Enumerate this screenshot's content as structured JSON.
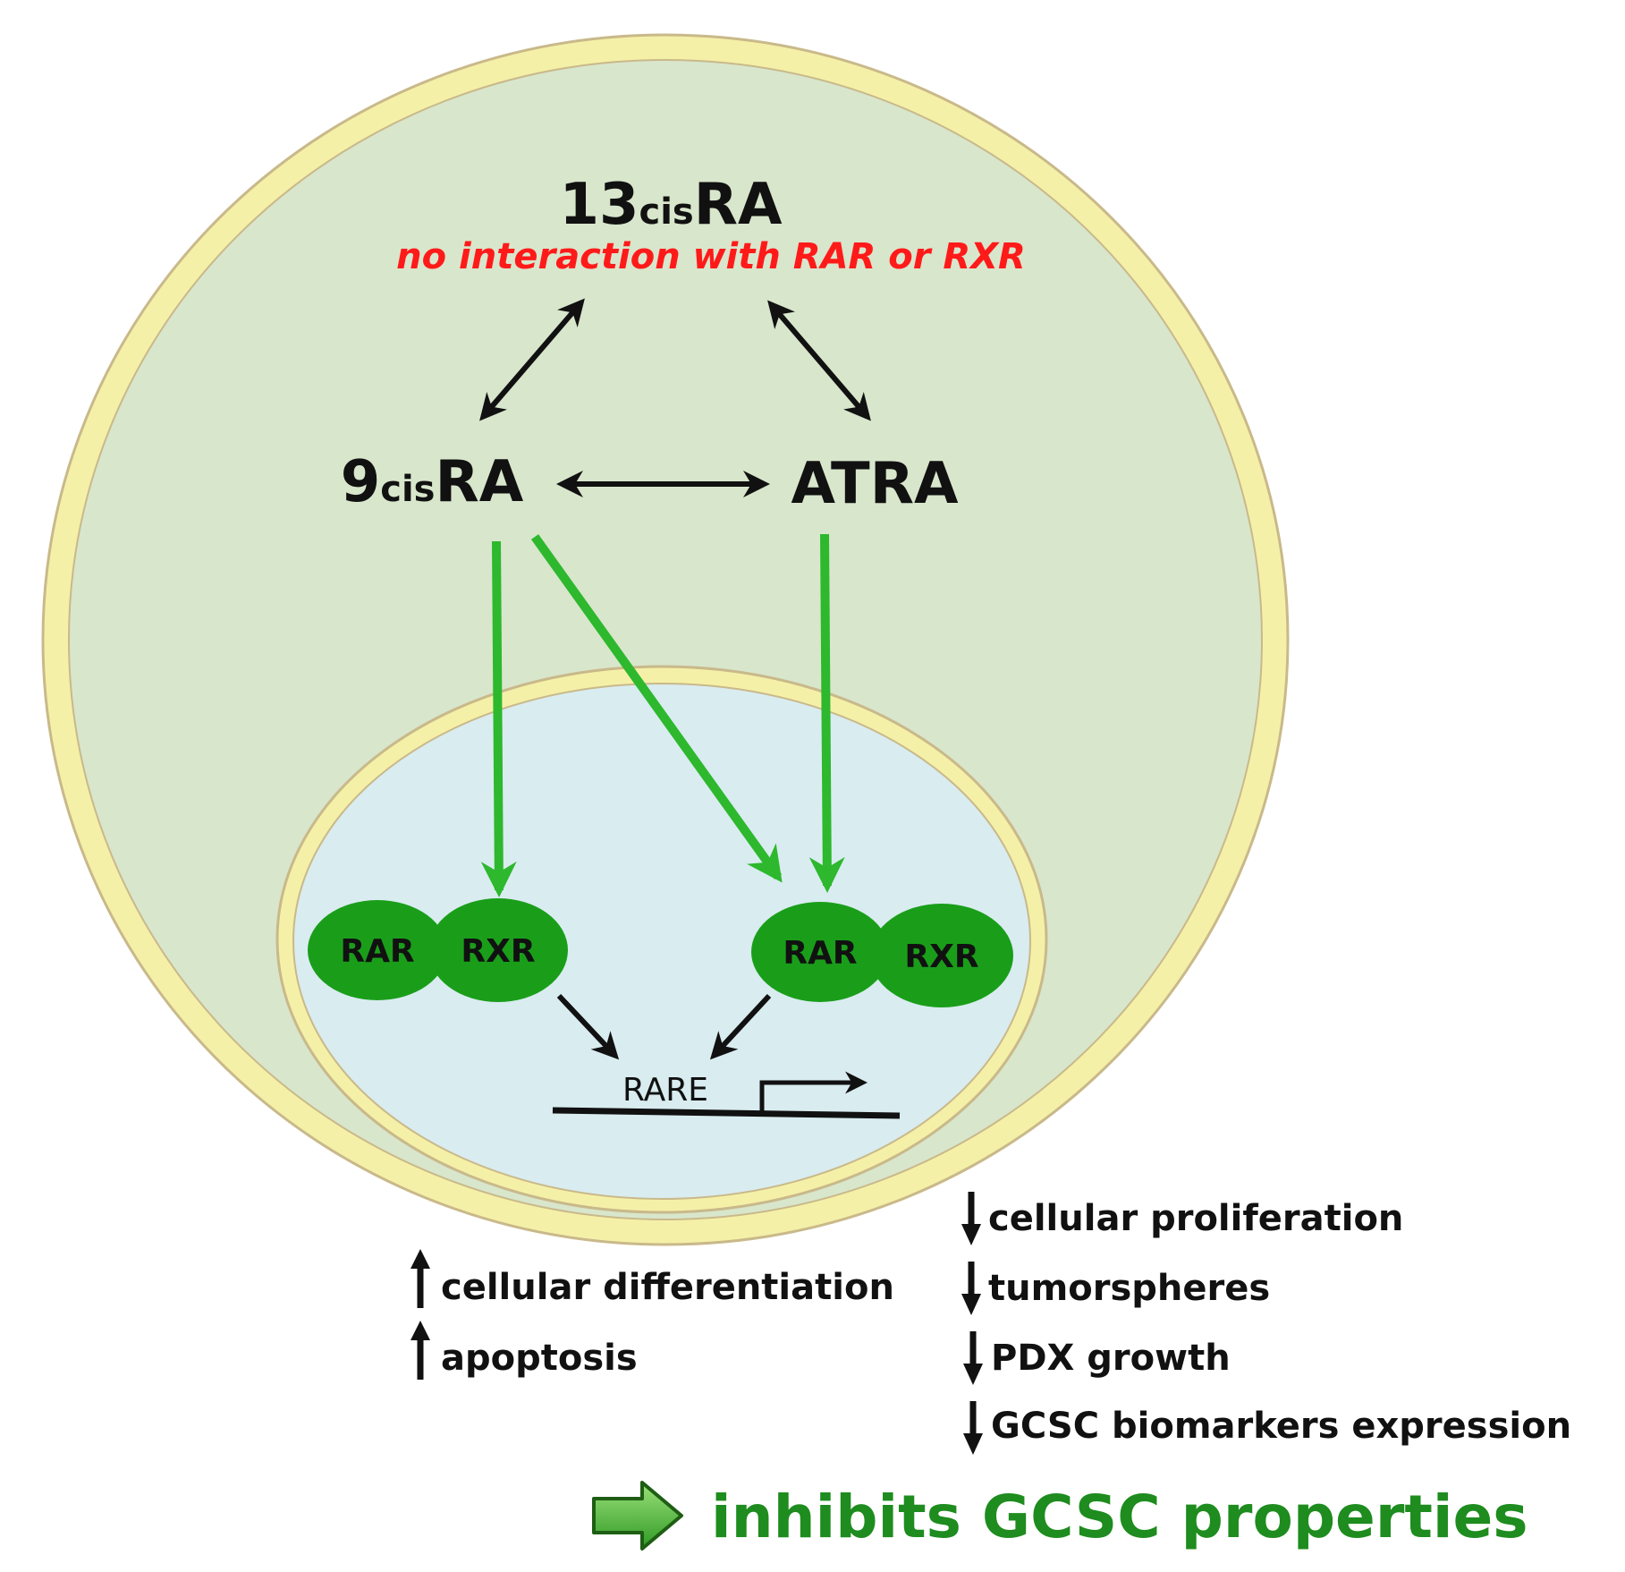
{
  "colors": {
    "cell_fill": "#d8e6cc",
    "membrane": "#f5f0a8",
    "membrane_stroke": "#c9b98a",
    "nucleus_fill": "#d9ecf0",
    "receptor_green": "#1a9e1a",
    "arrow_green": "#2db82d",
    "note_red": "#ff1a1a",
    "summary_green": "#1e8c1e"
  },
  "drugs": {
    "thirteen_cis": {
      "prefix": "13",
      "sub": "cis",
      "suffix": "RA"
    },
    "nine_cis": {
      "prefix": "9",
      "sub": "cis",
      "suffix": "RA"
    },
    "atra": "ATRA"
  },
  "note": "no interaction with RAR or RXR",
  "receptors": {
    "left_rar": "RAR",
    "left_rxr": "RXR",
    "right_rar": "RAR",
    "right_rxr": "RXR"
  },
  "rare_label": "RARE",
  "effects_up": [
    "cellular differentiation",
    "apoptosis"
  ],
  "effects_down": [
    "cellular proliferation",
    "tumorspheres",
    "PDX growth",
    "GCSC biomarkers expression"
  ],
  "summary": "inhibits GCSC properties",
  "icons": {
    "up_arrow": "up-arrow-icon",
    "down_arrow": "down-arrow-icon",
    "block_arrow": "block-arrow-icon"
  }
}
